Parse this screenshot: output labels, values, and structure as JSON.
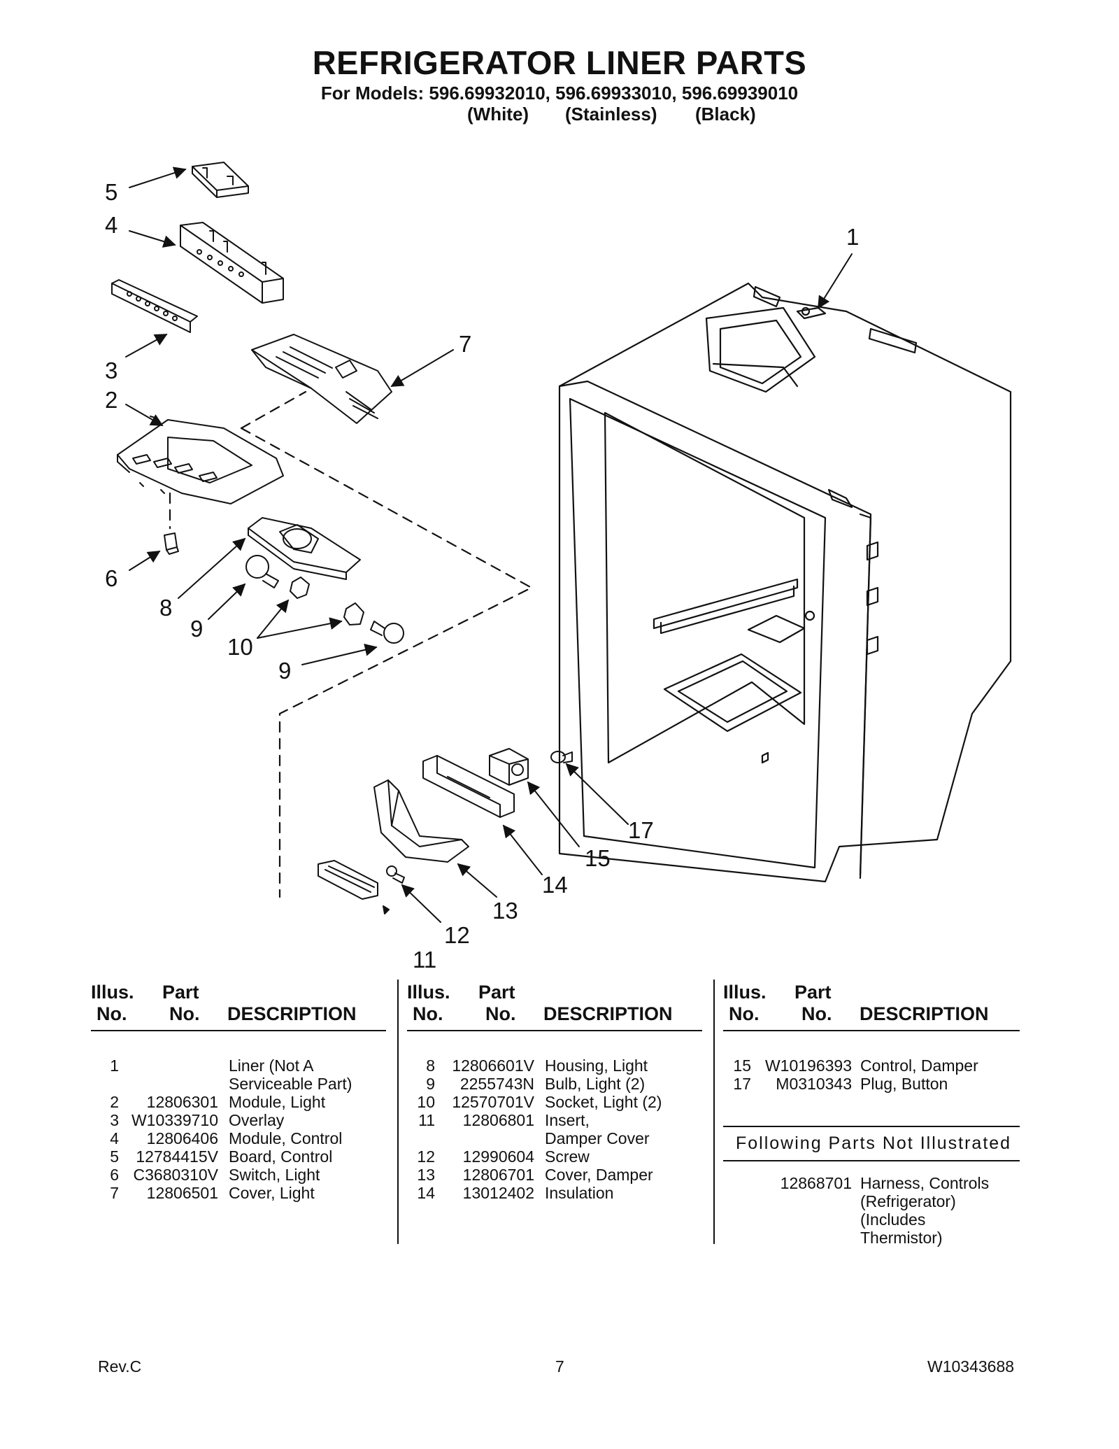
{
  "header": {
    "title": "REFRIGERATOR LINER PARTS",
    "models_line": "For Models: 596.69932010, 596.69933010, 596.69939010",
    "variants": [
      "(White)",
      "(Stainless)",
      "(Black)"
    ]
  },
  "diagram": {
    "callouts": [
      "1",
      "2",
      "3",
      "4",
      "5",
      "6",
      "7",
      "8",
      "9",
      "10",
      "9",
      "11",
      "12",
      "13",
      "14",
      "15",
      "17"
    ]
  },
  "table": {
    "headers": {
      "illus_1": "Illus.",
      "illus_2": "No.",
      "part_1": "Part",
      "part_2": "No.",
      "desc": "DESCRIPTION"
    },
    "columns": [
      [
        {
          "illus": "1",
          "part": "",
          "desc": "Liner (Not A"
        },
        {
          "illus": "",
          "part": "",
          "desc": "Serviceable Part)"
        },
        {
          "illus": "2",
          "part": "12806301",
          "desc": "Module, Light"
        },
        {
          "illus": "3",
          "part": "W10339710",
          "desc": "Overlay"
        },
        {
          "illus": "4",
          "part": "12806406",
          "desc": "Module, Control"
        },
        {
          "illus": "5",
          "part": "12784415V",
          "desc": "Board, Control"
        },
        {
          "illus": "6",
          "part": "C3680310V",
          "desc": "Switch, Light"
        },
        {
          "illus": "7",
          "part": "12806501",
          "desc": "Cover, Light"
        }
      ],
      [
        {
          "illus": "8",
          "part": "12806601V",
          "desc": "Housing, Light"
        },
        {
          "illus": "9",
          "part": "2255743N",
          "desc": "Bulb, Light (2)"
        },
        {
          "illus": "10",
          "part": "12570701V",
          "desc": "Socket, Light (2)"
        },
        {
          "illus": "11",
          "part": "12806801",
          "desc": "Insert,"
        },
        {
          "illus": "",
          "part": "",
          "desc": "Damper Cover"
        },
        {
          "illus": "12",
          "part": "12990604",
          "desc": "Screw"
        },
        {
          "illus": "13",
          "part": "12806701",
          "desc": "Cover, Damper"
        },
        {
          "illus": "14",
          "part": "13012402",
          "desc": "Insulation"
        }
      ],
      [
        {
          "illus": "15",
          "part": "W10196393",
          "desc": "Control, Damper"
        },
        {
          "illus": "17",
          "part": "M0310343",
          "desc": "Plug, Button"
        }
      ]
    ],
    "not_illustrated": {
      "heading": "Following Parts Not Illustrated",
      "part": "12868701",
      "desc_lines": [
        "Harness, Controls",
        "(Refrigerator)",
        "(Includes",
        "Thermistor)"
      ]
    }
  },
  "footer": {
    "rev": "Rev.C",
    "page": "7",
    "doc_number": "W10343688"
  }
}
